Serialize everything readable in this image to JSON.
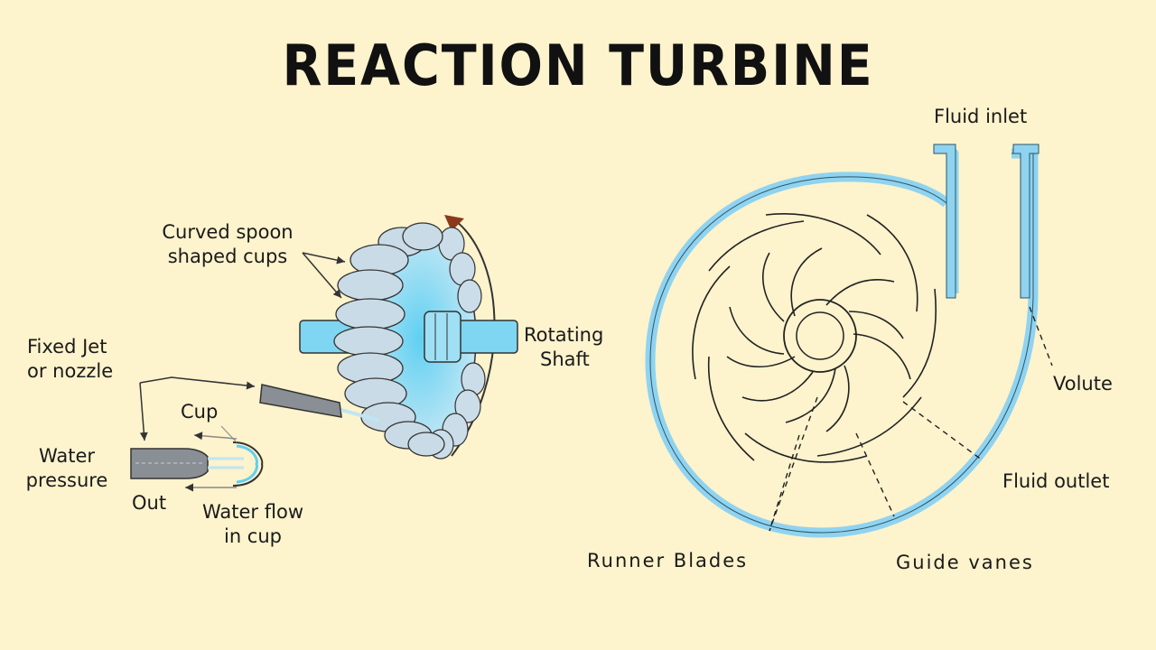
{
  "title": "REACTION TURBINE",
  "left_diagram": {
    "labels": {
      "curved_cups_line1": "Curved spoon",
      "curved_cups_line2": "shaped cups",
      "rotating_shaft_line1": "Rotating",
      "rotating_shaft_line2": "Shaft",
      "fixed_jet_line1": "Fixed Jet",
      "fixed_jet_line2": "or nozzle",
      "cup": "Cup",
      "water_pressure_line1": "Water",
      "water_pressure_line2": "pressure",
      "out": "Out",
      "water_flow_line1": "Water flow",
      "water_flow_line2": "in cup"
    }
  },
  "right_diagram": {
    "labels": {
      "fluid_inlet": "Fluid inlet",
      "volute": "Volute",
      "fluid_outlet": "Fluid outlet",
      "runner_blades": "Runner Blades",
      "guide_vanes": "Guide vanes"
    }
  },
  "colors": {
    "background": "#fdf3cd",
    "volute_blue": "#8fd3f0",
    "cup_fill": "#c9dbe6",
    "hub_cyan": "#5fd0f2",
    "nozzle_gray": "#8a8f96",
    "arrow_brown": "#8a3a1a"
  }
}
